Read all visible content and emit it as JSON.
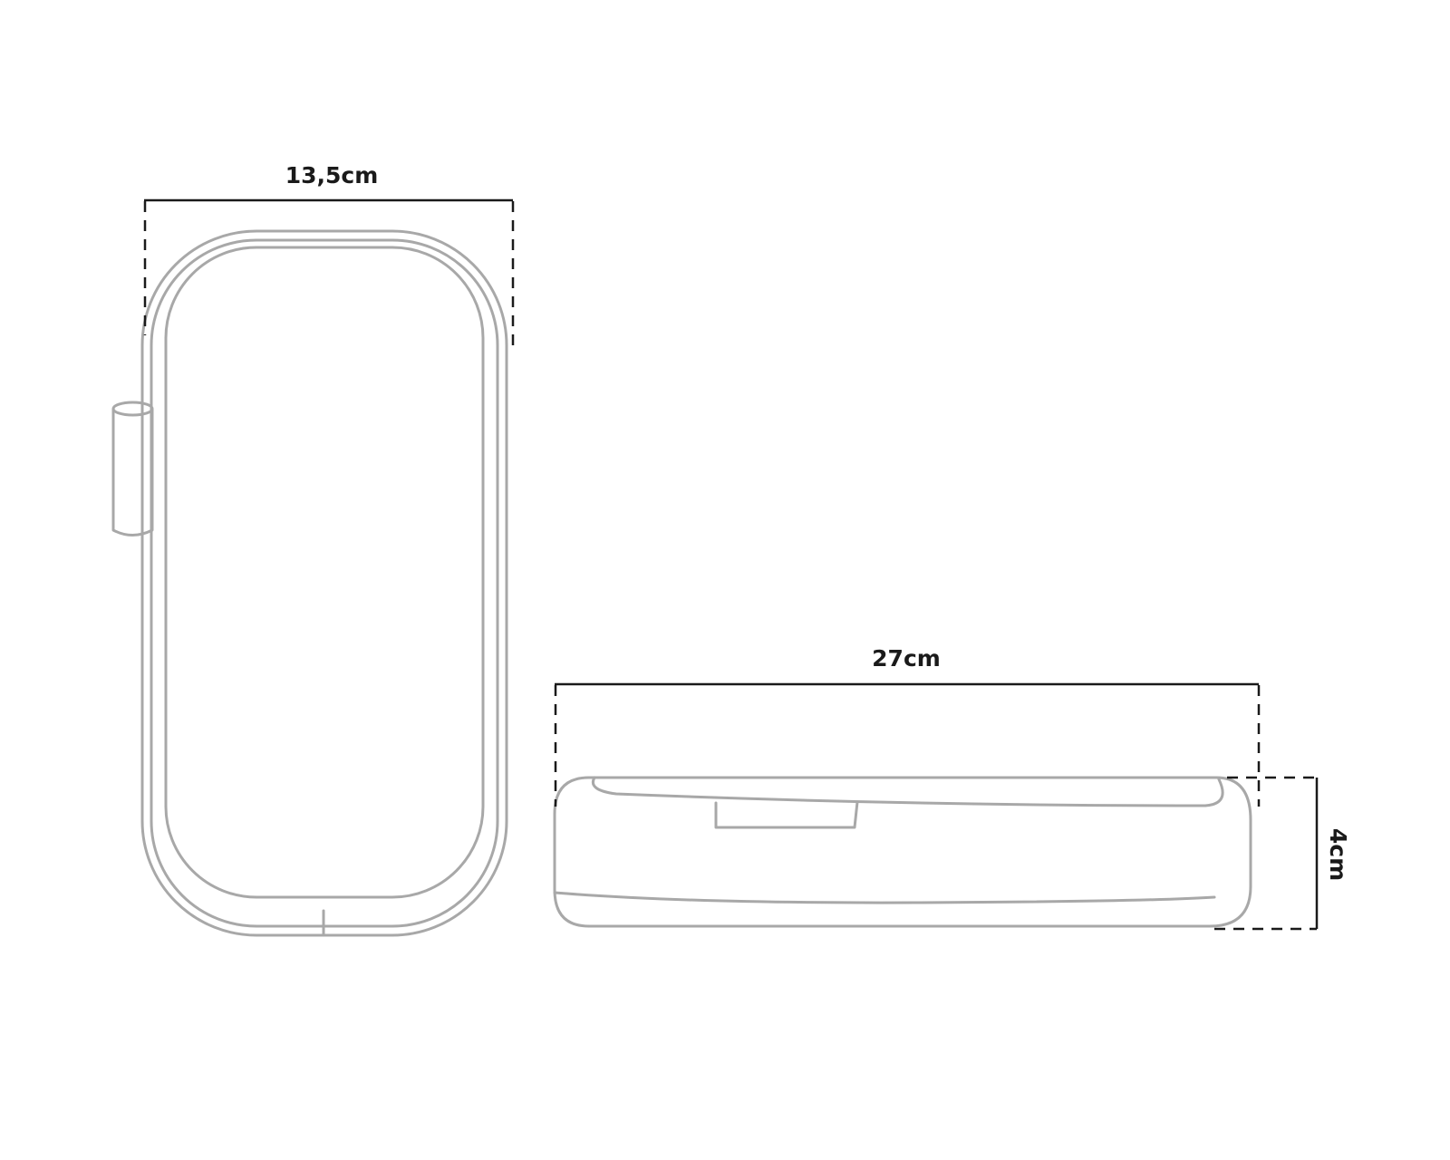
{
  "dimensions": {
    "width_label": "13,5cm",
    "length_label": "27cm",
    "height_label": "4cm"
  },
  "colors": {
    "outline": "#a8a8a8",
    "dimension_line": "#1a1a1a",
    "background": "#ffffff"
  }
}
